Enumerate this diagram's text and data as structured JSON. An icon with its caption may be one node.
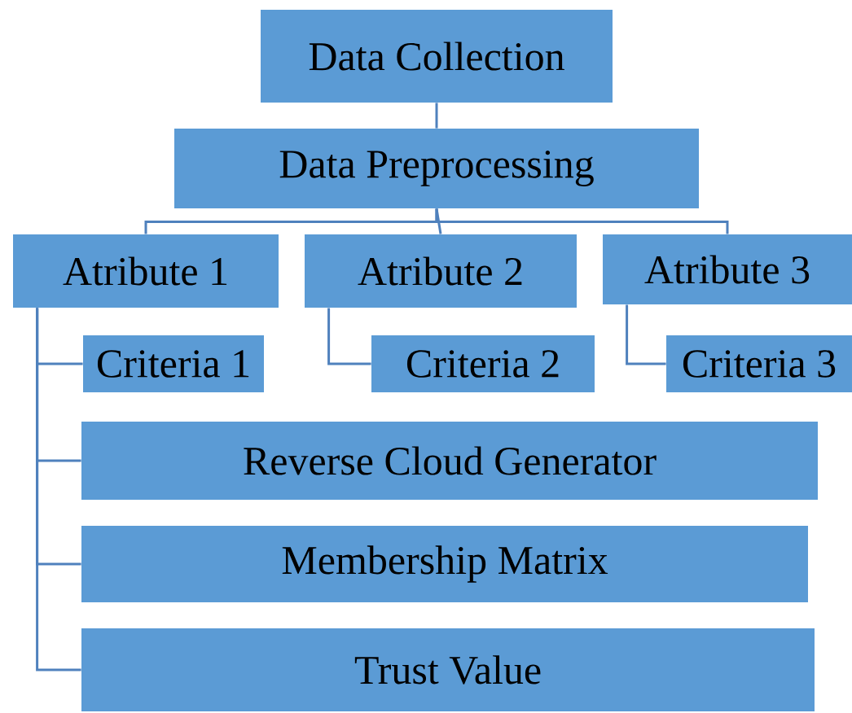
{
  "diagram": {
    "nodes": [
      {
        "text": [
          "Data Collection"
        ]
      },
      {
        "text": [
          "Data Preprocessing"
        ]
      },
      {
        "text": [
          "Atribute 1"
        ]
      },
      {
        "text": [
          "Atribute 2"
        ]
      },
      {
        "text": [
          "Atribute 3"
        ]
      },
      {
        "text": [
          "Criteria 1"
        ]
      },
      {
        "text": [
          "Criteria 2"
        ]
      },
      {
        "text": [
          "Criteria 3"
        ]
      },
      {
        "text": [
          "Reverse Cloud Generator"
        ]
      },
      {
        "text": [
          "Membership Matrix"
        ]
      },
      {
        "text": [
          "Trust Value"
        ]
      }
    ],
    "edges": [
      {
        "from": 0,
        "to": 1,
        "arrow": "none"
      },
      {
        "from": 1,
        "to": 2,
        "arrow": "none"
      },
      {
        "from": 1,
        "to": 3,
        "arrow": "none"
      },
      {
        "from": 1,
        "to": 4,
        "arrow": "none"
      },
      {
        "from": 2,
        "to": 5,
        "arrow": "none"
      },
      {
        "from": 2,
        "to": 8,
        "arrow": "none"
      },
      {
        "from": 2,
        "to": 9,
        "arrow": "none"
      },
      {
        "from": 2,
        "to": 10,
        "arrow": "none"
      },
      {
        "from": 3,
        "to": 6,
        "arrow": "none"
      },
      {
        "from": 4,
        "to": 7,
        "arrow": "none"
      }
    ]
  }
}
